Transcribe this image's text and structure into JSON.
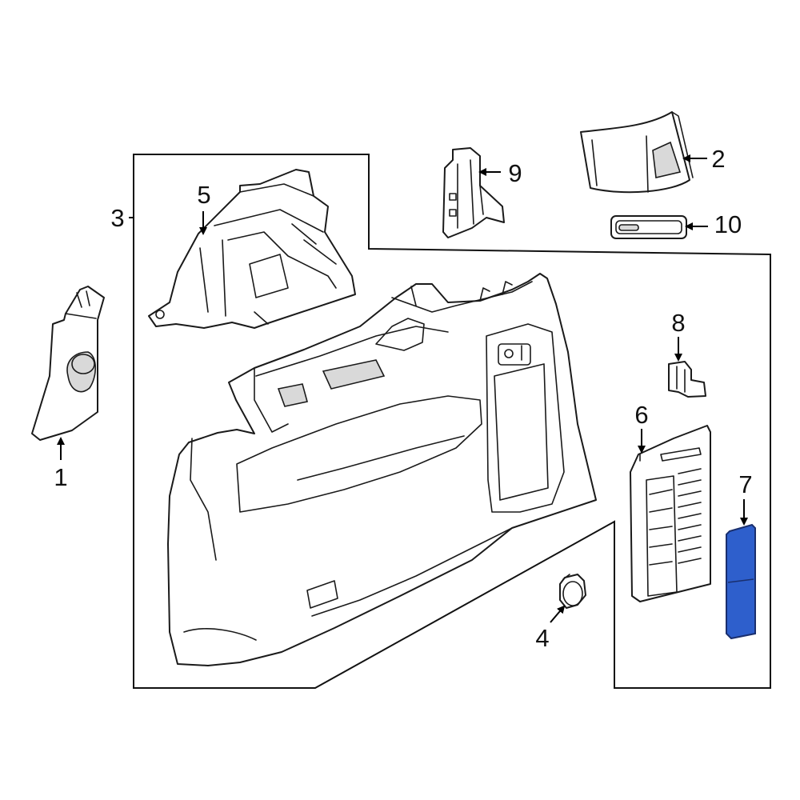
{
  "callouts": {
    "c1": "1",
    "c2": "2",
    "c3": "3",
    "c4": "4",
    "c5": "5",
    "c6": "6",
    "c7": "7",
    "c8": "8",
    "c9": "9",
    "c10": "10"
  },
  "highlight": {
    "part": "7",
    "fill_color": "#2e5fcc",
    "stroke_color": "#1a2f6e"
  },
  "line_color": "#1a1a1a"
}
